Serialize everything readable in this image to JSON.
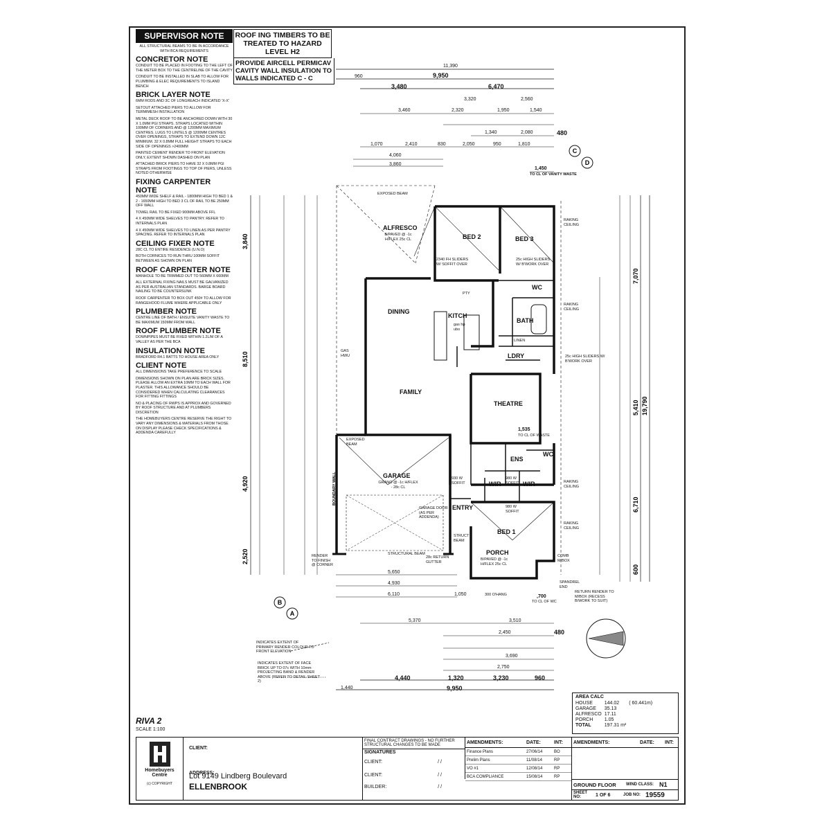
{
  "supervisor": {
    "title": "SUPERVISOR NOTE",
    "text": "ALL STRUCTURAL BEAMS TO BE IN ACCORDANCE WITH BCA REQUIREMENTS"
  },
  "roof_timbers": "ROOF ING TIMBERS TO BE TREATED TO HAZARD LEVEL H2",
  "insulation_box": "PROVIDE AIRCELL PERMICAV CAVITY WALL INSULATION TO WALLS INDICATED C - C",
  "notes": [
    {
      "heading": "CONCRETOR NOTE",
      "text": "CONDUIT TO BE PLACED IN FOOTING TO THE LEFT OF THE METER BOX TO THE CENTRELINE OF THE CAVITY"
    },
    {
      "heading": "",
      "text": "CONDUIT TO BE INSTALLED IN SLAB TO ALLOW FOR PLUMBING & ELEC REQUIREMENTS TO ISLAND BENCH"
    },
    {
      "heading": "BRICK LAYER NOTE",
      "text": "6mm RODS AND 3c OF LONGREACH INDICATED 'X-X'"
    },
    {
      "heading": "",
      "text": "SETOUT ATTACHED PIERS TO ALLOW FOR TERMIMESH INSTALLATION"
    },
    {
      "heading": "",
      "text": "METAL DECK ROOF TO BE ANCHORED DOWN WITH 30 x 1.0mm PGI STRAPS. STRAPS LOCATED WITHIN 100mm OF CORNERS AND @ 1200mm MAXIMUM CENTRES. LUGS TO LINTELS @ 1200mm CENTRES OVER OPENINGS, STRAPS TO EXTEND DOWN 12c MINIMUM. 32 x 0.8mm FULL HEIGHT STRAPS TO EACH SIDE OF OPENINGS >2400mm"
    },
    {
      "heading": "",
      "text": "PAINTED CEMENT RENDER TO FRONT ELEVATION ONLY, EXTENT SHOWN DASHED ON PLAN"
    },
    {
      "heading": "",
      "text": "ATTACHED BRICK PIERS TO HAVE 32 x 0.8mm PGI STRAPS FROM FOOTINGS TO TOP OF PIERS, UNLESS NOTED OTHERWISE"
    },
    {
      "heading": "FIXING CARPENTER NOTE",
      "text": "450mm WIDE SHELF & RAIL - 1800mm HIGH TO BED 1 & 2 - 1650mm HIGH TO BED 3 CL OF RAIL TO BE 250mm OFF WALL"
    },
    {
      "heading": "",
      "text": "TOWEL RAIL TO BE FIXED 900mm ABOVE FFL"
    },
    {
      "heading": "",
      "text": "4 x 450mm WIDE SHELVES TO PANTRY. REFER TO INTERNALS PLAN"
    },
    {
      "heading": "",
      "text": "4 x 450mm WIDE SHELVES TO LINEN AS PER PANTRY SPACING. REFER TO INTERNALS PLAN"
    },
    {
      "heading": "CEILING FIXER NOTE",
      "text": "28c CL TO ENTIRE RESIDENCE (U.N.O)"
    },
    {
      "heading": "",
      "text": "BOTH CORNICES TO RUN THRU 100mm SOFFIT BETWEEN AS SHOWN ON PLAN"
    },
    {
      "heading": "ROOF CARPENTER NOTE",
      "text": "MANHOLE TO BE TRIMMED OUT TO 560mm x 660mm"
    },
    {
      "heading": "",
      "text": "ALL EXTERNAL FIXING NAILS MUST BE GALVANIZED AS PER AUSTRALIAN STANDARDS. BARGE BOARD NAILING TO BE COUNTERSUNK"
    },
    {
      "heading": "",
      "text": "ROOF CARPENTER TO BOX OUT 450# TO ALLOW FOR RANGEHOOD FLUME WHERE APPLICABLE ONLY"
    },
    {
      "heading": "PLUMBER NOTE",
      "text": "CENTRE LINE OF BATH / ENSUITE VANITY WASTE TO BE MAXIMUM 150mm FROM WALL"
    },
    {
      "heading": "ROOF PLUMBER NOTE",
      "text": "DOWNPIPES MUST BE FIXED WITHIN 1.2L/M OF A VALLEY AS PER THE BCA"
    },
    {
      "heading": "INSULATION NOTE",
      "text": "BRADFORD R4.1 BATTS TO HOUSE AREA ONLY"
    },
    {
      "heading": "CLIENT NOTE",
      "text": "ALL DIMENSIONS TAKE PREFERENCE TO SCALE"
    },
    {
      "heading": "",
      "text": "DIMENSIONS SHOWN ON PLAN ARE BRICK SIZES. PLEASE ALLOW AN EXTRA 10mm TO EACH WALL FOR PLASTER. THIS ALLOWANCE SHOULD BE CONSIDERED WHEN CALCULATING CLEARANCES FOR FITTING FITTINGS"
    },
    {
      "heading": "",
      "text": "No & PLACING OF RWPs IS APPROX AND GOVERNED BY ROOF STRUCTURE AND AT PLUMBERS DISCRETION"
    },
    {
      "heading": "",
      "text": "THE HOMEBUYERS CENTRE RESERVE THE RIGHT TO VARY ANY DIMENSIONS & MATERIALS FROM THOSE ON DISPLAY PLEASE CHECK SPECIFICATIONS & ADDENDA CAREFULLY"
    }
  ],
  "rooms": {
    "alfresco": "ALFRESCO",
    "alfresco_sub": "B/PAVED @ -1c H/FLEX 25c CL",
    "bed2": "BED 2",
    "bed3": "BED 3",
    "dining": "DINING",
    "kitch": "KITCH",
    "family": "FAMILY",
    "theatre": "THEATRE",
    "garage": "GARAGE",
    "garage_sub": "GRANO @ -1c H/FLEX - 28c CL",
    "garage_door": "GARAGE DOOR (AS PER ADDENDA)",
    "bed1": "BED 1",
    "porch": "PORCH",
    "porch_sub": "B/PAVED @ -1c H/FLEX 25c CL",
    "entry": "ENTRY",
    "wir1": "WIR",
    "wir2": "WIR",
    "ens": "ENS",
    "wc1": "WC",
    "wc2": "WC",
    "bath": "BATH",
    "ldry": "LDRY",
    "linen": "LINEN",
    "pty": "PTY"
  },
  "annotations": {
    "exposed_beam": "EXPOSED BEAM",
    "exposed_beam2": "EXPOSED BEAM",
    "raking_ceiling": "RAKING CEILING",
    "sliders_soffit": "2340 FH SLIDERS W/ SOFFIT OVER",
    "sliders_bw": "25c HIGH SLIDERS W/ B'WORK OVER",
    "sliders_bw2": "25c HIGH SLIDERS W/ B'WORK OVER",
    "boundary_wall": "BOUNDARY WALL",
    "structural_beam": "STRUCTURAL BEAM",
    "struct_beam": "STRUCT BEAM",
    "gas_hp": "gas hp ubo",
    "gas_hwu": "GAS HWU",
    "render_finish": "RENDER TO FINISH @ CORNER",
    "return_gutter": "28c RETURN GUTTER",
    "comb_mbox": "COMB M/BOX",
    "spandrel": "SPANDREL END",
    "return_render": "RETURN RENDER TO M/BOX (RECESS B/WORK TO SUIT)",
    "ohang": "300 O'HANG",
    "primary_render": "INDICATES EXTENT OF PRIMARY RENDER COLOUR TO FRONT ELEVATION",
    "face_brick": "INDICATES EXTENT OF FACE BRICK UP TO 07c WITH 10mm PROJECTING BAND & RENDER ABOVE (REFER TO DETAIL SHEET 2)",
    "vanity_waste": "TO CL OF VANITY WASTE",
    "soffit_930": "930 W SOFFIT",
    "soffit_980a": "980 W SOFFIT",
    "soffit_980b": "980 W SOFFIT",
    "dim_1450": "1,450",
    "dim_1535": "1,535",
    "dim_700": ",700",
    "to_cl_wc": "TO CL OF WC",
    "to_cl_waste": "TO CL OF WASTE"
  },
  "dims_top": {
    "overall": "11,390",
    "d9950": "9,950",
    "d960": "960",
    "d480": "480",
    "d3480": "3,480",
    "d6470": "6,470",
    "d3460": "3,460",
    "d2320": "2,320",
    "d1950": "1,950",
    "d1540": "1,540",
    "d3320": "3,320",
    "d2560": "2,560",
    "d4060": "4,060",
    "d3860": "3,860",
    "d1070": "1,070",
    "d2410": "2,410",
    "d830": "830",
    "d2050": "2,050",
    "d950": "950",
    "d1810": "1,810",
    "d2080": "2,080",
    "d1340": "1,340"
  },
  "dims_bottom": {
    "d5650": "5,650",
    "d4930": "4,930",
    "d6110": "6,110",
    "d1050": "1,050",
    "d5370": "5,370",
    "d3510": "3,510",
    "d2450": "2,450",
    "d3690": "3,690",
    "d2750": "2,750",
    "d4440": "4,440",
    "d1320": "1,320",
    "d3230": "3,230",
    "d960": "960",
    "d9950": "9,950",
    "d1440": "1,440",
    "d480": "480"
  },
  "dims_left": {
    "d3840": "3,840",
    "d8510": "8,510",
    "d4920": "4,920",
    "d2520": "2,520"
  },
  "dims_right": {
    "d7070": "7,070",
    "d5410": "5,410",
    "d19790": "19,790",
    "d6710": "6,710",
    "d600": "600"
  },
  "markers": {
    "c": "C",
    "d": "D",
    "b": "B",
    "a": "A"
  },
  "area_calc": {
    "title": "AREA CALC",
    "rows": [
      {
        "label": "HOUSE",
        "value": "144.02",
        "extra": "( 60.441m)"
      },
      {
        "label": "GARAGE",
        "value": "35.13",
        "extra": ""
      },
      {
        "label": "ALFRESCO",
        "value": "17.11",
        "extra": ""
      },
      {
        "label": "PORCH",
        "value": "1.05",
        "extra": ""
      }
    ],
    "total_label": "TOTAL",
    "total_value": "197.31 m²"
  },
  "plan_name": "RIVA 2",
  "scale": "SCALE 1:100",
  "title_block": {
    "logo_line1": "Homebuyers",
    "logo_line2": "Centre",
    "copyright": "(c) COPYRIGHT",
    "client_label": "CLIENT:",
    "address_label": "ADDRESS:",
    "address": "Lot 9149 Lindberg Boulevard",
    "suburb": "ELLENBROOK",
    "final_contract": "FINAL CONTRACT DRAWINGS - NO FURTHER STRUCTURAL CHANGES TO BE MADE",
    "signatures": "SIGNATURES",
    "sig_client1": "CLIENT:",
    "sig_client2": "CLIENT:",
    "sig_builder": "BUILDER:",
    "date_slashes": "/ /",
    "amendments": "AMENDMENTS:",
    "date": "DATE:",
    "int": "INT:",
    "amend_rows": [
      {
        "desc": "Finance Plans",
        "date": "27/06/14",
        "int": "BO"
      },
      {
        "desc": "Prelim Plans",
        "date": "11/08/14",
        "int": "RP"
      },
      {
        "desc": "VO #1",
        "date": "12/08/14",
        "int": "RP"
      },
      {
        "desc": "BCA COMPLIANCE",
        "date": "15/08/14",
        "int": "RP"
      }
    ],
    "ground_floor": "GROUND FLOOR",
    "wind_class_label": "WIND CLASS:",
    "wind_class": "N1",
    "sheet_label": "SHEET NO:",
    "sheet_no": "1 OF 6",
    "job_label": "JOB NO:",
    "job_no": "19559"
  }
}
